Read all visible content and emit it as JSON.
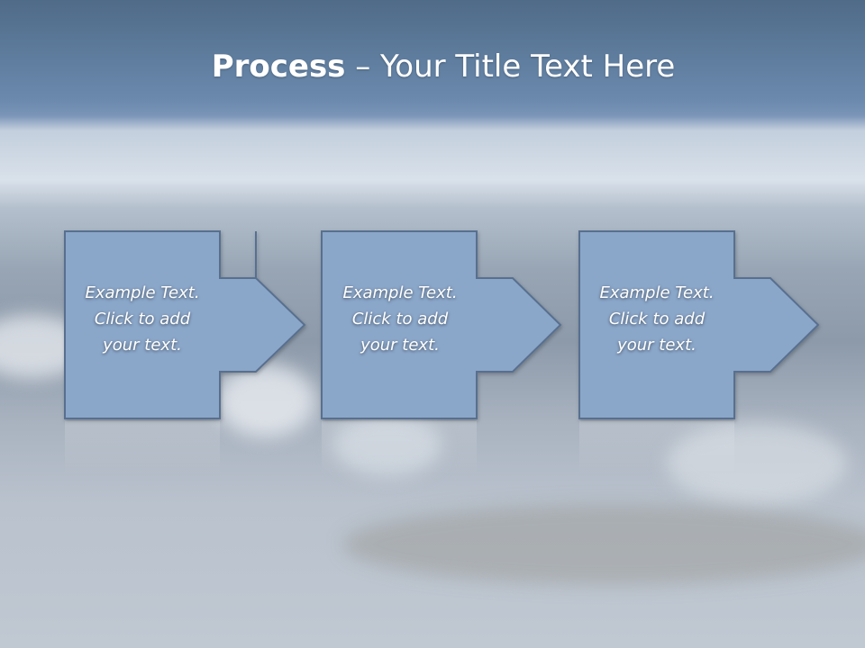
{
  "slide": {
    "title_bold": "Process",
    "title_rest": " – Your Title Text Here"
  },
  "steps": [
    {
      "text": [
        "Example Text.",
        "Click  to add",
        "your text."
      ]
    },
    {
      "text": [
        "Example Text.",
        "Click  to add",
        "your text."
      ]
    },
    {
      "text": [
        "Example Text.",
        "Click  to add",
        "your text."
      ]
    }
  ],
  "colors": {
    "box_fill": "#8aa6c9",
    "box_stroke": "#59708f",
    "title_text": "#ffffff"
  }
}
